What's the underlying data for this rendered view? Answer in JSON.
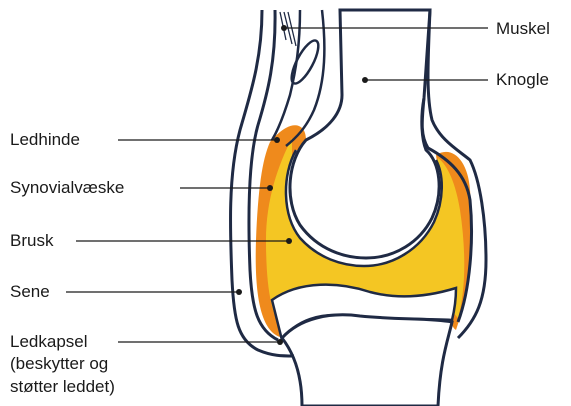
{
  "labels": {
    "muskel": "Muskel",
    "knogle": "Knogle",
    "ledhinde": "Ledhinde",
    "synovialvaeske": "Synovialvæske",
    "brusk": "Brusk",
    "sene": "Sene",
    "ledkapsel": "Ledkapsel",
    "ledkapsel_note_line1": "(beskytter og",
    "ledkapsel_note_line2": "støtter leddet)"
  },
  "colors": {
    "outline": "#1f2a44",
    "membrane": "#ef8a1c",
    "fluid": "#f4c623",
    "background": "#ffffff"
  }
}
